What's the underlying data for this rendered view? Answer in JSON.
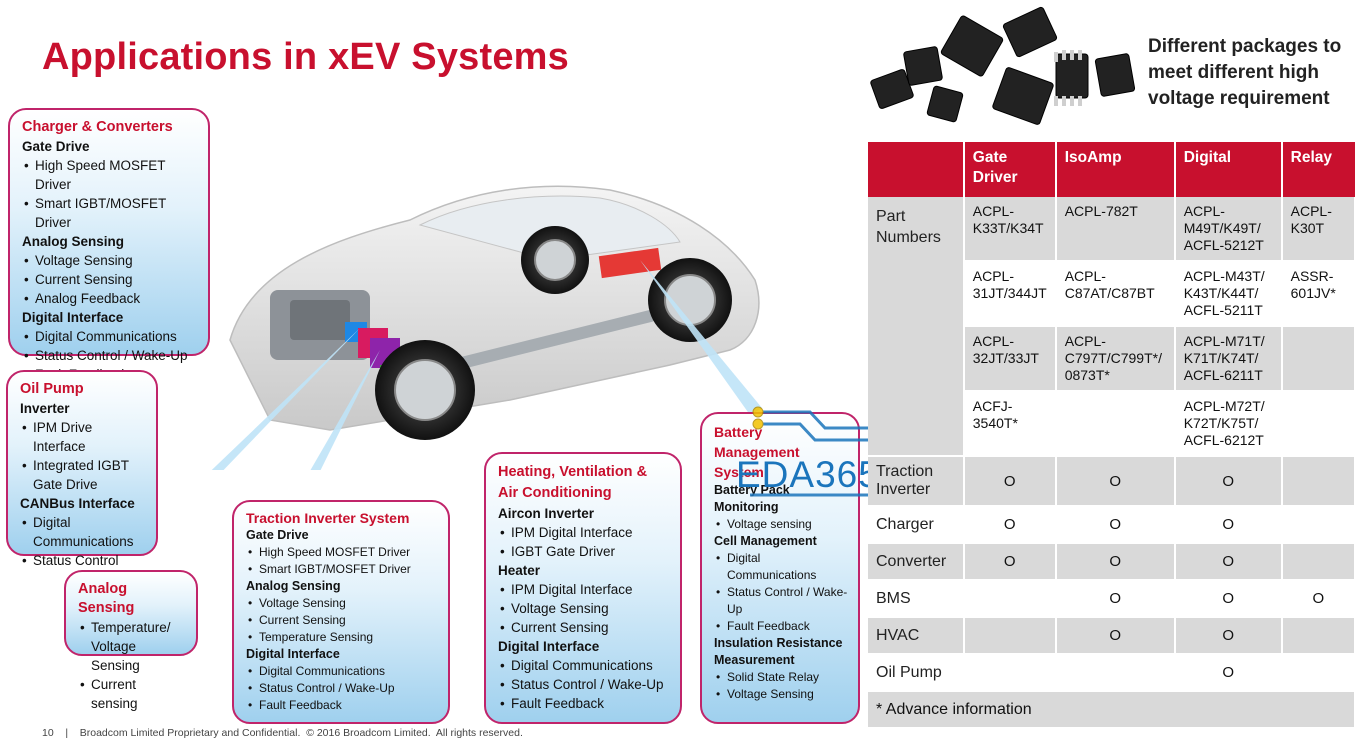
{
  "title": "Applications in xEV Systems",
  "packages_text": "Different packages to meet different high voltage requirement",
  "callouts": {
    "charger": {
      "title": "Charger & Converters",
      "groups": [
        {
          "heading": "Gate Drive",
          "items": [
            "High Speed MOSFET Driver",
            "Smart IGBT/MOSFET Driver"
          ]
        },
        {
          "heading": "Analog Sensing",
          "items": [
            "Voltage Sensing",
            "Current Sensing",
            "Analog Feedback"
          ]
        },
        {
          "heading": "Digital Interface",
          "items": [
            "Digital Communications",
            "Status Control / Wake-Up",
            "Fault Feedback"
          ]
        }
      ]
    },
    "oil_pump": {
      "title": "Oil Pump",
      "groups": [
        {
          "heading": "Inverter",
          "items": [
            "IPM Drive Interface",
            "Integrated IGBT Gate Drive"
          ]
        },
        {
          "heading": "CANBus Interface",
          "items": [
            "Digital Communications",
            "Status Control"
          ]
        }
      ]
    },
    "analog": {
      "title": "Analog Sensing",
      "items": [
        "Temperature/ Voltage Sensing",
        "Current sensing"
      ]
    },
    "traction": {
      "title": "Traction Inverter System",
      "groups": [
        {
          "heading": "Gate Drive",
          "items": [
            "High Speed MOSFET Driver",
            "Smart IGBT/MOSFET Driver"
          ]
        },
        {
          "heading": "Analog Sensing",
          "items": [
            "Voltage Sensing",
            "Current Sensing",
            "Temperature Sensing"
          ]
        },
        {
          "heading": "Digital Interface",
          "items": [
            "Digital Communications",
            "Status Control / Wake-Up",
            "Fault Feedback"
          ]
        }
      ]
    },
    "hvac": {
      "title": "Heating, Ventilation & Air Conditioning",
      "groups": [
        {
          "heading": "Aircon Inverter",
          "items": [
            "IPM Digital Interface",
            "IGBT Gate Driver"
          ]
        },
        {
          "heading": "Heater",
          "items": [
            "IPM Digital Interface",
            "Voltage Sensing",
            "Current Sensing"
          ]
        },
        {
          "heading": "Digital Interface",
          "items": [
            "Digital Communications",
            "Status Control / Wake-Up",
            "Fault Feedback"
          ]
        }
      ]
    },
    "bms": {
      "title": "Battery Management System",
      "groups": [
        {
          "heading": "Battery Pack Monitoring",
          "items": [
            "Voltage sensing"
          ]
        },
        {
          "heading": "Cell Management",
          "items": [
            "Digital Communications",
            "Status Control / Wake-Up",
            "Fault Feedback"
          ]
        },
        {
          "heading": "Insulation Resistance Measurement",
          "items": [
            "Solid State Relay",
            "Voltage Sensing"
          ]
        }
      ]
    }
  },
  "table": {
    "headers": [
      "",
      "Gate Driver",
      "IsoAmp",
      "Digital",
      "Relay"
    ],
    "part_numbers_label": "Part Numbers",
    "part_rows": [
      [
        "ACPL-K33T/K34T",
        "ACPL-782T",
        "ACPL-M49T/K49T/ ACFL-5212T",
        "ACPL-K30T"
      ],
      [
        "ACPL-31JT/344JT",
        "ACPL-C87AT/C87BT",
        "ACPL-M43T/ K43T/K44T/ ACFL-5211T",
        "ASSR-601JV*"
      ],
      [
        "ACPL-32JT/33JT",
        "ACPL-C797T/C799T*/ 0873T*",
        "ACPL-M71T/ K71T/K74T/ ACFL-6211T",
        ""
      ],
      [
        "ACFJ-3540T*",
        "",
        "ACPL-M72T/ K72T/K75T/ ACFL-6212T",
        ""
      ]
    ],
    "app_rows": [
      {
        "label": "Traction Inverter",
        "marks": [
          "O",
          "O",
          "O",
          ""
        ]
      },
      {
        "label": "Charger",
        "marks": [
          "O",
          "O",
          "O",
          ""
        ]
      },
      {
        "label": "Converter",
        "marks": [
          "O",
          "O",
          "O",
          ""
        ]
      },
      {
        "label": "BMS",
        "marks": [
          "",
          "O",
          "O",
          "O"
        ]
      },
      {
        "label": "HVAC",
        "marks": [
          "",
          "O",
          "O",
          ""
        ]
      },
      {
        "label": "Oil Pump",
        "marks": [
          "",
          "",
          "O",
          ""
        ]
      }
    ],
    "footnote": "* Advance information"
  },
  "watermark": "EDA365",
  "footer": "10    |    Broadcom Limited Proprietary and Confidential.  © 2016 Broadcom Limited.  All rights reserved.",
  "colors": {
    "brand_red": "#c8102e",
    "callout_border": "#c0246a",
    "callout_blue": "#9fd0ee",
    "table_grey": "#d9d9d9"
  }
}
